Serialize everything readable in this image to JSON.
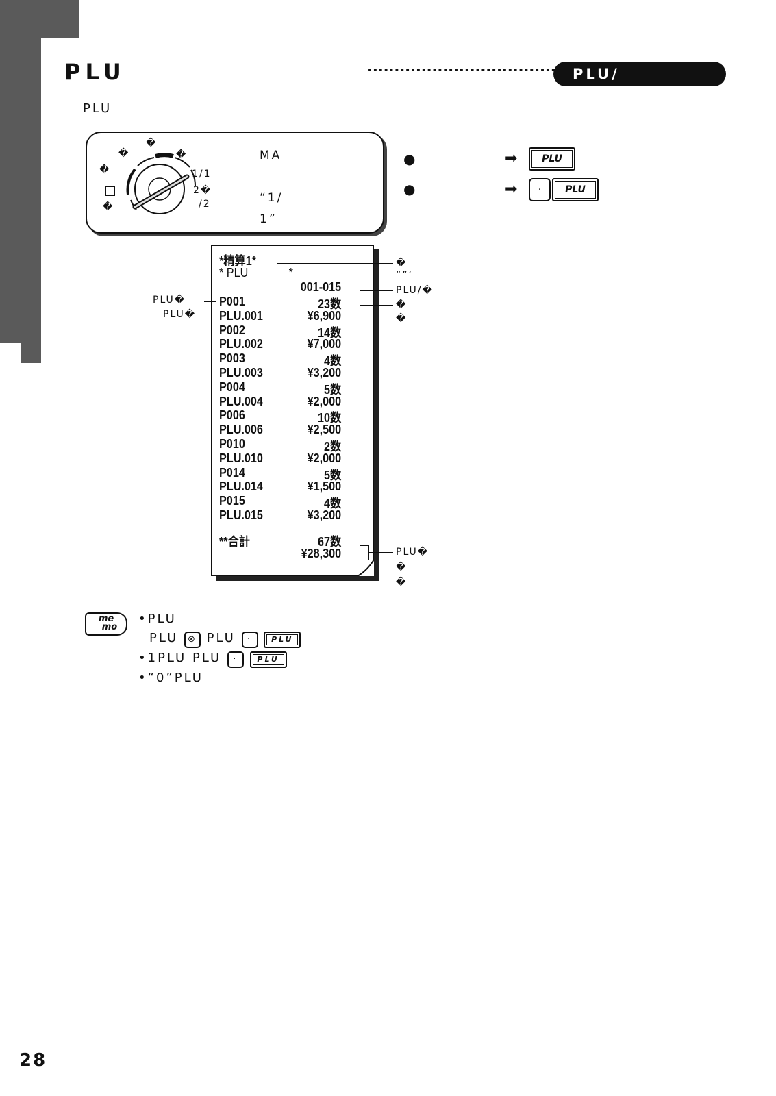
{
  "side_label": "",
  "section_small": "",
  "title": {
    "main": "PLU",
    "rest": "",
    "pill": "PLU/"
  },
  "intro": "PLU",
  "mode_dial": {
    "labels": [
      "�",
      "�",
      "�",
      "�",
      "�",
      "1/1",
      "2�",
      "/2"
    ],
    "text_lines": [
      "MA",
      "",
      "“1/",
      "1”"
    ]
  },
  "key_ops": [
    {
      "label": "●",
      "key": "PLU"
    },
    {
      "label": "●",
      "dot": "·",
      "key": "PLU"
    }
  ],
  "example_label": "",
  "receipt": {
    "header": "*精算1*",
    "subheader_left": "* PLU",
    "subheader_right": "*",
    "range": "001-015",
    "rows": [
      {
        "left": "P001",
        "right": "23数"
      },
      {
        "left": "PLU.001",
        "right": "¥6,900"
      },
      {
        "left": "P002",
        "right": "14数"
      },
      {
        "left": "PLU.002",
        "right": "¥7,000"
      },
      {
        "left": "P003",
        "right": "4数"
      },
      {
        "left": "PLU.003",
        "right": "¥3,200"
      },
      {
        "left": "P004",
        "right": "5数"
      },
      {
        "left": "PLU.004",
        "right": "¥2,000"
      },
      {
        "left": "P006",
        "right": "10数"
      },
      {
        "left": "PLU.006",
        "right": "¥2,500"
      },
      {
        "left": "P010",
        "right": "2数"
      },
      {
        "left": "PLU.010",
        "right": "¥2,000"
      },
      {
        "left": "P014",
        "right": "5数"
      },
      {
        "left": "PLU.014",
        "right": "¥1,500"
      },
      {
        "left": "P015",
        "right": "4数"
      },
      {
        "left": "PLU.015",
        "right": "¥3,200"
      }
    ],
    "total_label": "**合計",
    "total_qty": "67数",
    "total_amount": "¥28,300"
  },
  "callouts": {
    "left1": "PLU�",
    "left2": "PLU�",
    "right1a": "�",
    "right1b": "“”‘",
    "right2": "PLU/�",
    "right3": "�",
    "right4": "�",
    "bottom_a": "PLU�",
    "bottom_b": "�",
    "bottom_c": "�"
  },
  "memo": {
    "icon_top": "me",
    "icon_bottom": "mo",
    "line1": "•PLU",
    "line2a": "PLU",
    "line2_key_x": "⊗",
    "line2b": "PLU",
    "line2_dot": "·",
    "line2_key": "PLU",
    "line2c": "",
    "line3a": "•1PLU PLU",
    "line3_dot": "·",
    "line3_key": "PLU",
    "line3b": "",
    "line4": "•“0”PLU"
  },
  "page_number": "28"
}
